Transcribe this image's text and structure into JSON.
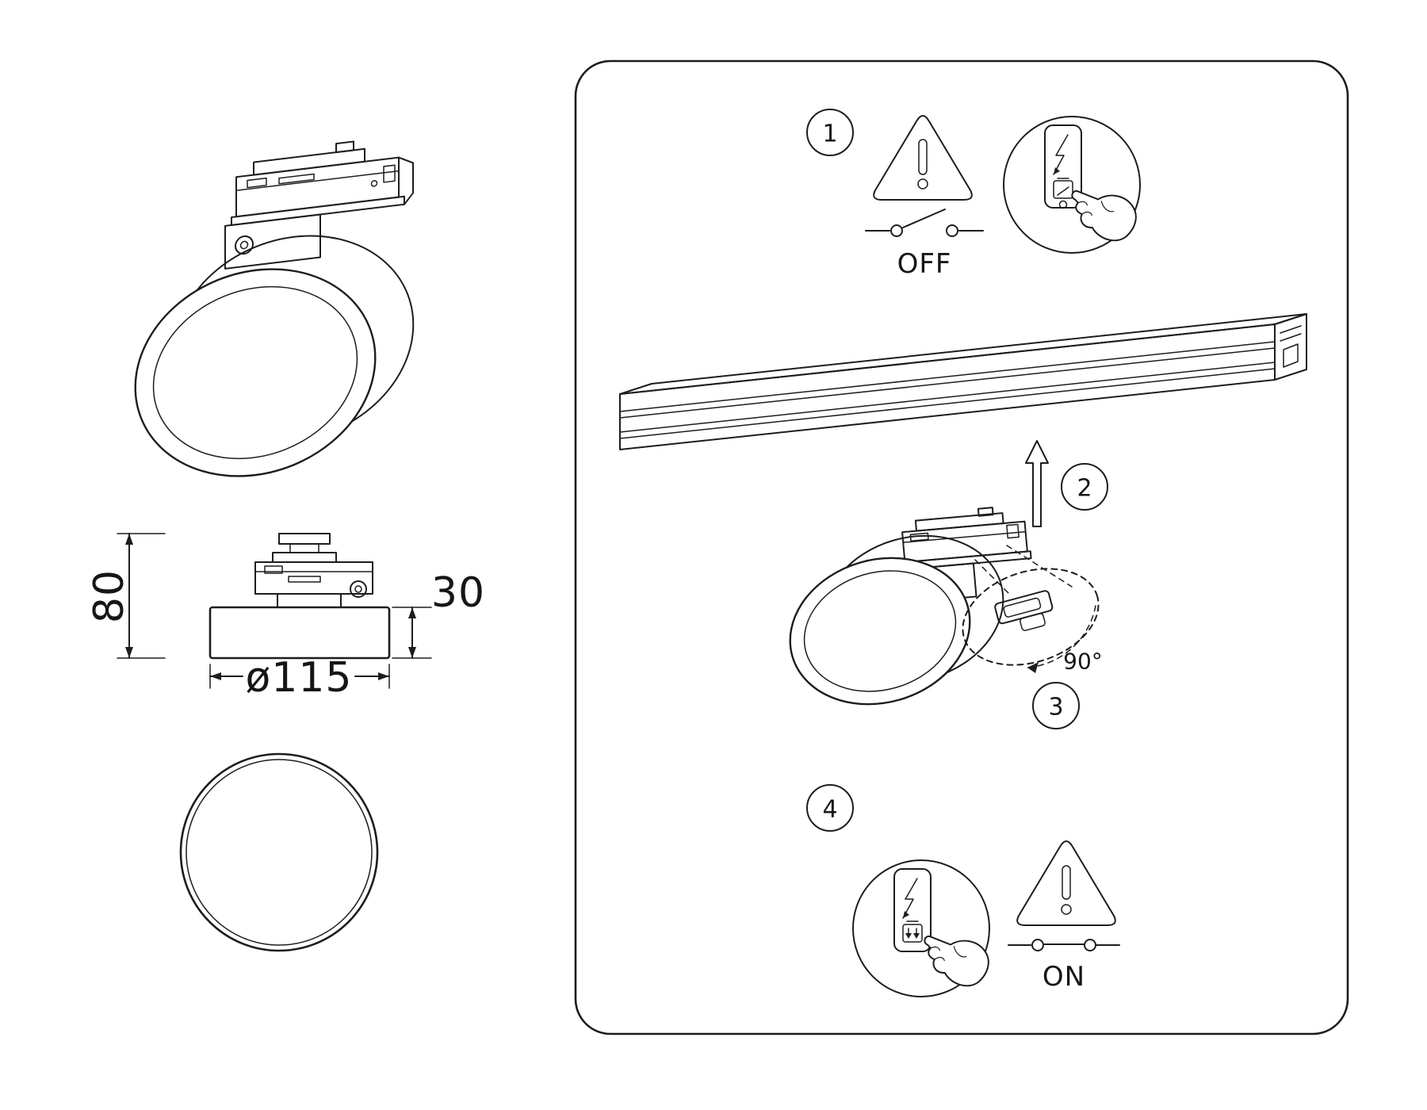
{
  "colors": {
    "line": "#1d1d1d",
    "background": "#ffffff"
  },
  "dimensions": {
    "height": "80",
    "thickness": "30",
    "diameter": "ø115"
  },
  "steps": {
    "one": {
      "number": "1",
      "power_label": "OFF"
    },
    "two": {
      "number": "2"
    },
    "three": {
      "number": "3",
      "rotation_label": "90°"
    },
    "four": {
      "number": "4",
      "power_label": "ON"
    }
  }
}
